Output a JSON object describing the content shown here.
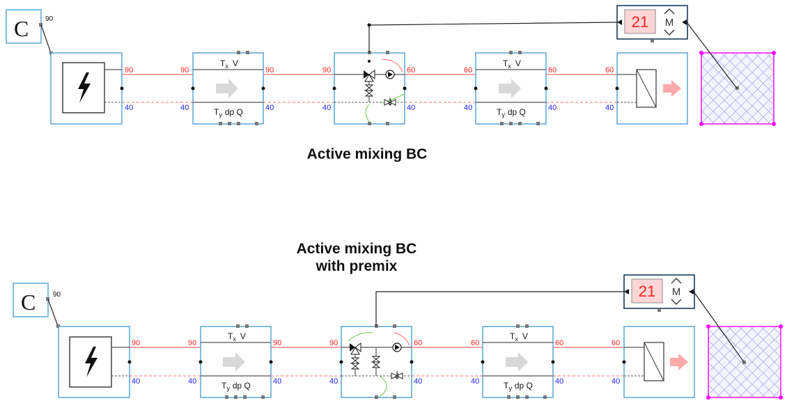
{
  "titles": {
    "top": "Active mixing BC",
    "bottom_line1": "Active mixing BC",
    "bottom_line2": "with premix"
  },
  "controller": {
    "symbol": "C",
    "setpoint": "90"
  },
  "room_display": {
    "value": "21",
    "mode": "M"
  },
  "pipe_labels": {
    "tx": "T",
    "tx_sub": "x",
    "v": "V",
    "ty": "T",
    "ty_sub": "y",
    "dpq": "dp Q"
  },
  "temps": {
    "source_supply": "90",
    "source_return": "40",
    "mix_supply": "60",
    "mix_return": "40"
  },
  "icons": [
    "lightning-icon",
    "arrow-right-icon",
    "radiator-icon",
    "three-way-valve-icon",
    "pump-icon",
    "balancing-valve-icon",
    "up-down-chevron-icon",
    "hatched-zone-icon"
  ],
  "colors": {
    "supply": "#ff6a6a",
    "supply_text": "#ff2222",
    "return_text": "#2222ff",
    "box_border": "#4a9fd8",
    "zone": "#ff00ff"
  }
}
